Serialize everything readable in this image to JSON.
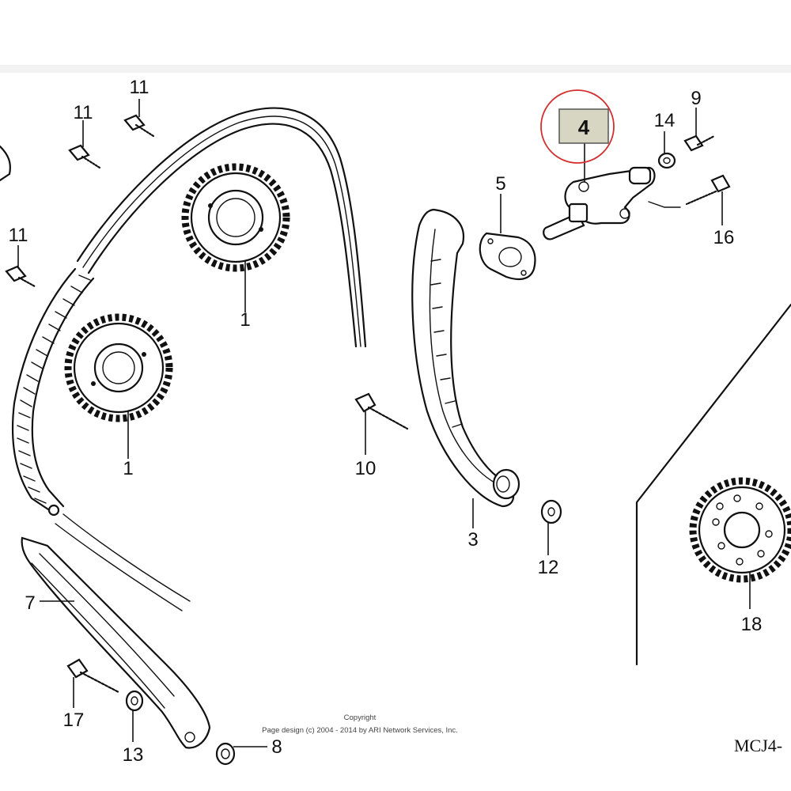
{
  "parts": [
    {
      "id": "1a",
      "number": "1"
    },
    {
      "id": "1b",
      "number": "1"
    },
    {
      "id": "3",
      "number": "3"
    },
    {
      "id": "4",
      "number": "4"
    },
    {
      "id": "5",
      "number": "5"
    },
    {
      "id": "7",
      "number": "7"
    },
    {
      "id": "8",
      "number": "8"
    },
    {
      "id": "9",
      "number": "9"
    },
    {
      "id": "10",
      "number": "10"
    },
    {
      "id": "11a",
      "number": "11"
    },
    {
      "id": "11b",
      "number": "11"
    },
    {
      "id": "11c",
      "number": "11"
    },
    {
      "id": "12",
      "number": "12"
    },
    {
      "id": "13",
      "number": "13"
    },
    {
      "id": "14",
      "number": "14"
    },
    {
      "id": "16",
      "number": "16"
    },
    {
      "id": "17",
      "number": "17"
    },
    {
      "id": "18",
      "number": "18"
    }
  ],
  "highlight": {
    "part_number": "4",
    "box_fill": "#d6d6c2",
    "circle_color": "#d32f2f"
  },
  "copyright": {
    "line1": "Copyright",
    "line2": "Page design (c) 2004 - 2014 by ARI Network Services, Inc."
  },
  "diagram_code": "MCJ4-"
}
